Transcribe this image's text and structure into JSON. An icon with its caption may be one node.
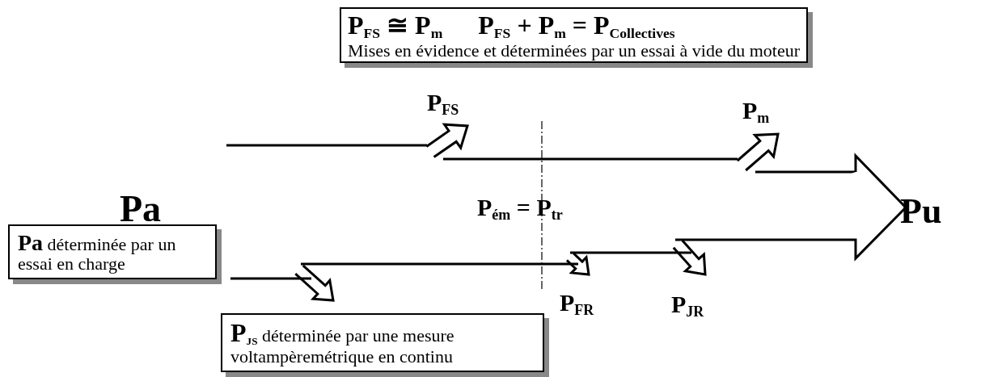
{
  "diagram": {
    "nodes": [
      {
        "text": [
          "P$_{FS}$ ≅ P$_{m}$",
          "P$_{FS}$ + P$_{m}$ = P$_{Collectives}$",
          "Mises en évidence et déterminées par un essai à vide du moteur"
        ]
      },
      {
        "text": [
          "**Pa** déterminée par un essai en charge"
        ]
      },
      {
        "text": [
          "**P**$_{JS}$ déterminée par une mesure voltampèremétrique en continu"
        ]
      }
    ],
    "labels": [
      "P$_{FS}$",
      "P$_{m}$",
      "Pa",
      "P$_{ém}$ = P$_{tr}$",
      "Pu",
      "P$_{FR}$",
      "P$_{JR}$"
    ]
  }
}
